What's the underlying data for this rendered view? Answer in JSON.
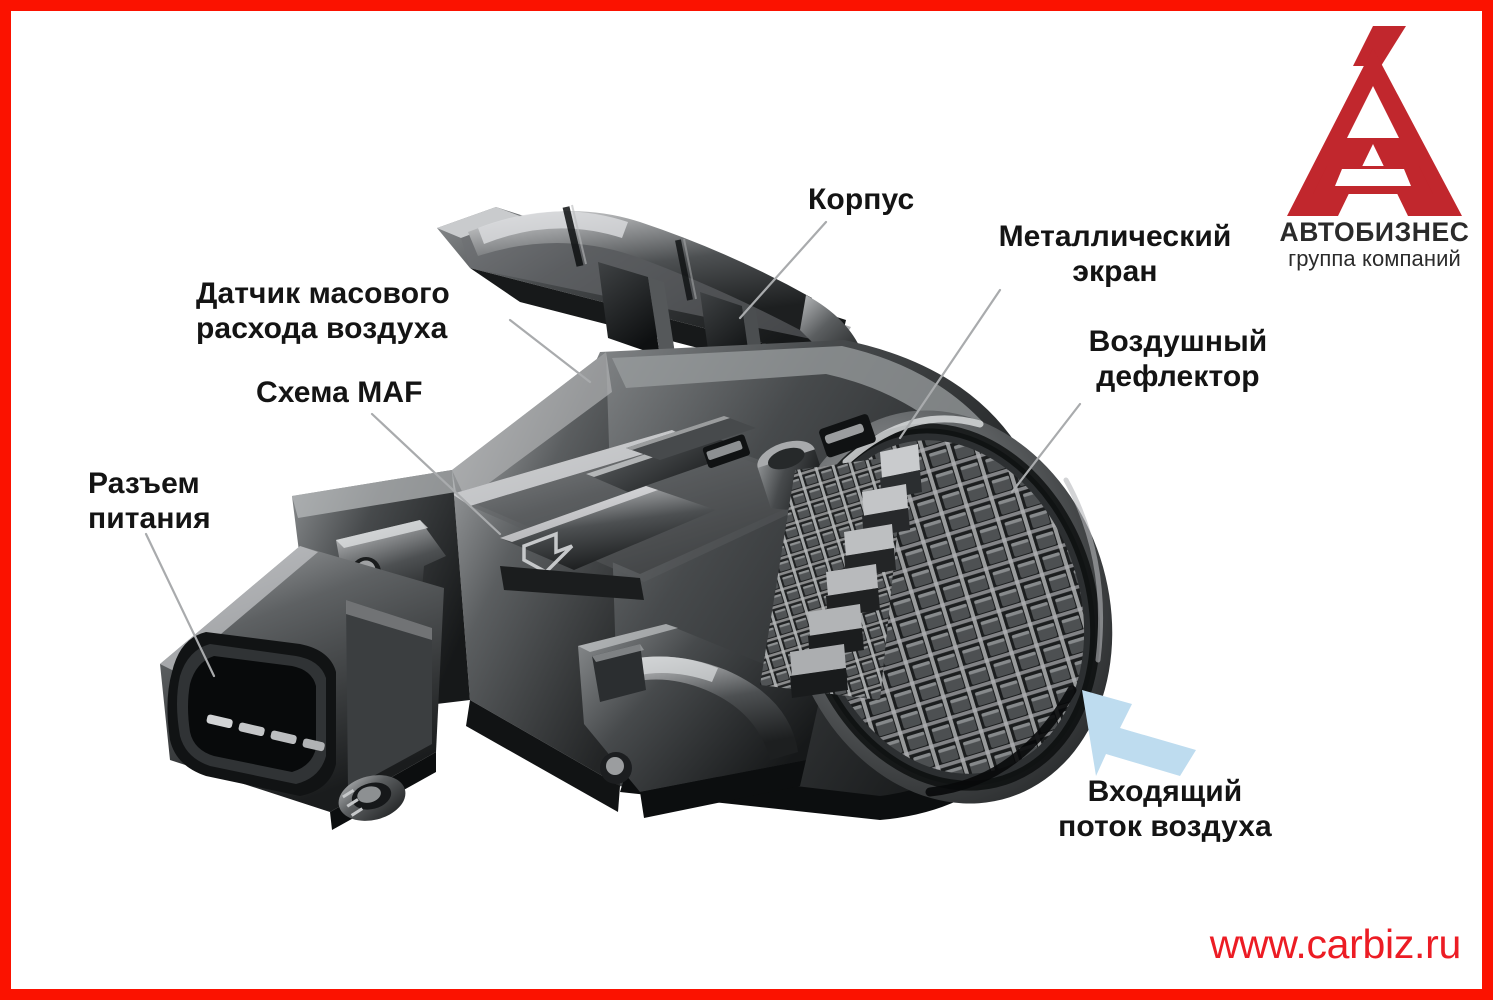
{
  "page": {
    "background_color": "#ffffff",
    "border_color": "#fb1200",
    "subject": "Mass air flow sensor (MAF) cutaway diagram"
  },
  "callouts": [
    {
      "id": "mass-air",
      "text": "Датчик масового\nрасхода воздуха",
      "align": "left"
    },
    {
      "id": "maf-scheme",
      "text": "Схема MAF",
      "align": "left"
    },
    {
      "id": "power",
      "text": "Разъем\nпитания",
      "align": "left"
    },
    {
      "id": "housing",
      "text": "Корпус",
      "align": "left"
    },
    {
      "id": "metal",
      "text": "Металлический\nэкран",
      "align": "center"
    },
    {
      "id": "deflector",
      "text": "Воздушный\nдефлектор",
      "align": "center"
    },
    {
      "id": "airflow",
      "text": "Входящий\nпоток воздуха",
      "align": "center"
    }
  ],
  "labels": {
    "mass_air_flow_sensor": "Датчик масового\nрасхода воздуха",
    "maf_scheme": "Схема MAF",
    "power_connector": "Разъем\nпитания",
    "housing": "Корпус",
    "metal_screen": "Металлический\nэкран",
    "air_deflector": "Воздушный\nдефлектор",
    "incoming_air_flow": "Входящий\nпоток воздуха"
  },
  "airflow_arrow": {
    "color": "#bedcef",
    "direction": "up-left",
    "meaning": "Входящий поток воздуха"
  },
  "logo": {
    "mark": "letter-a-acute-mark",
    "mark_color": "#c1272d",
    "brand": "АВТОБИЗНЕС",
    "subtitle": "группа компаний",
    "text_color": "#2b2b2b"
  },
  "footer": {
    "url": "www.carbiz.ru",
    "url_color": "#ec1c24"
  }
}
